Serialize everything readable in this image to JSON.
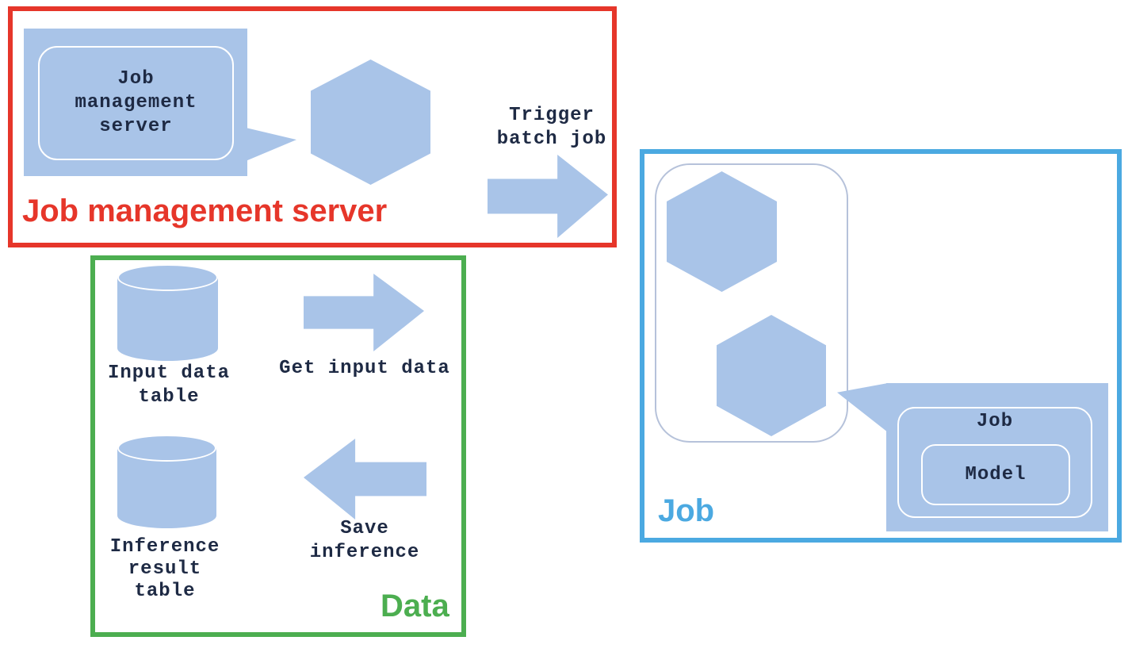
{
  "colors": {
    "shape_fill": "#a9c4e8",
    "red_accent": "#e6362a",
    "green_accent": "#4cae50",
    "blue_accent": "#4ba9e1",
    "diagram_text": "#1e2a44",
    "container_stroke": "#b6c2da",
    "inner_stroke": "#ffffff"
  },
  "groups": {
    "job_management": {
      "label": "Job management server",
      "bubble_lines": [
        "Job",
        "management",
        "server"
      ]
    },
    "trigger": {
      "lines": [
        "Trigger",
        "batch job"
      ]
    },
    "job": {
      "label": "Job",
      "callout_title": "Job",
      "callout_model": "Model"
    },
    "data": {
      "label": "Data",
      "input_table_lines": [
        "Input data",
        "table"
      ],
      "get_input_label": "Get input data",
      "result_table_lines": [
        "Inference",
        "result",
        "table"
      ],
      "save_inference_lines": [
        "Save",
        "inference"
      ]
    }
  }
}
